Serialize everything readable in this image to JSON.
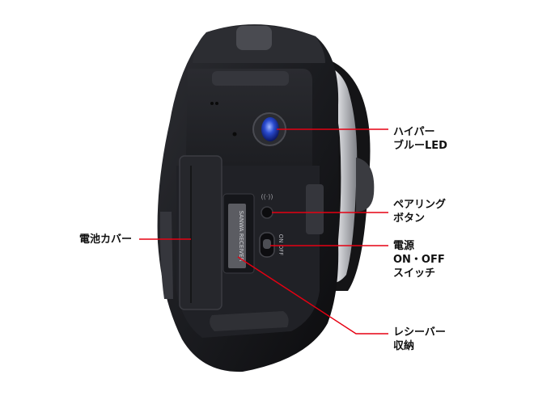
{
  "callouts": {
    "battery_cover": {
      "lines": [
        "電池カバー"
      ]
    },
    "blue_led": {
      "lines": [
        "ハイパー",
        "ブルーLED"
      ]
    },
    "pairing_button": {
      "lines": [
        "ペアリング",
        "ボタン"
      ]
    },
    "power_switch": {
      "lines": [
        "電源",
        "ON・OFF",
        "スイッチ"
      ]
    },
    "receiver_storage": {
      "lines": [
        "レシーバー",
        "収納"
      ]
    }
  },
  "product_markings": {
    "receiver_text": "SANWA RECEIVER",
    "switch_text": "ON OFF"
  },
  "colors": {
    "leader_line": "#e60012",
    "mouse_body": "#1a1a1c",
    "led": "#2a4bd0"
  }
}
